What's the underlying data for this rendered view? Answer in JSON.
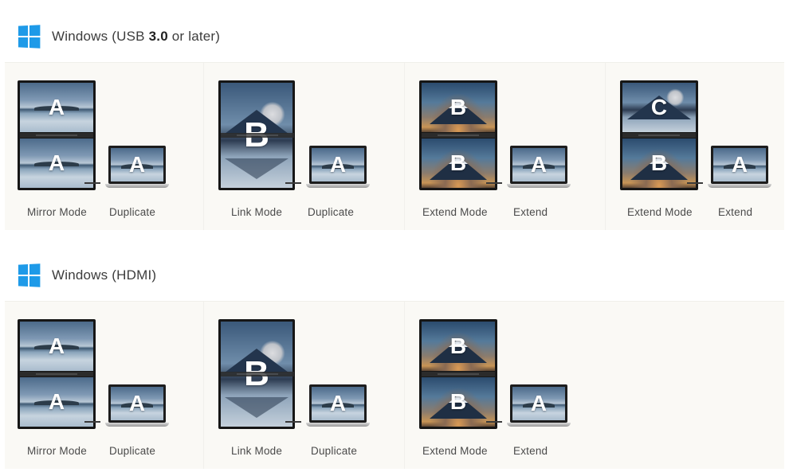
{
  "sections": [
    {
      "title_prefix": "Windows (USB ",
      "title_bold": "3.0",
      "title_suffix": " or later)",
      "groups": [
        {
          "top": "A",
          "bottom": "A",
          "laptop": "A",
          "label_main": "Mirror Mode",
          "label_side": "Duplicate"
        },
        {
          "top": "B",
          "laptop": "A",
          "label_main": "Link Mode",
          "label_side": "Duplicate"
        },
        {
          "top": "B",
          "bottom": "B",
          "laptop": "A",
          "label_main": "Extend Mode",
          "label_side": "Extend"
        },
        {
          "top": "C",
          "bottom": "B",
          "laptop": "A",
          "label_main": "Extend Mode",
          "label_side": "Extend"
        }
      ]
    },
    {
      "title": "Windows (HDMI)",
      "groups": [
        {
          "top": "A",
          "bottom": "A",
          "laptop": "A",
          "label_main": "Mirror Mode",
          "label_side": "Duplicate"
        },
        {
          "top": "B",
          "laptop": "A",
          "label_main": "Link Mode",
          "label_side": "Duplicate"
        },
        {
          "top": "B",
          "bottom": "B",
          "laptop": "A",
          "label_main": "Extend Mode",
          "label_side": "Extend"
        }
      ]
    }
  ],
  "colors": {
    "windows_logo": "#1e9ae8",
    "panel_bg": "#faf9f5"
  },
  "icons": {
    "section_logo": "windows-logo-icon"
  }
}
